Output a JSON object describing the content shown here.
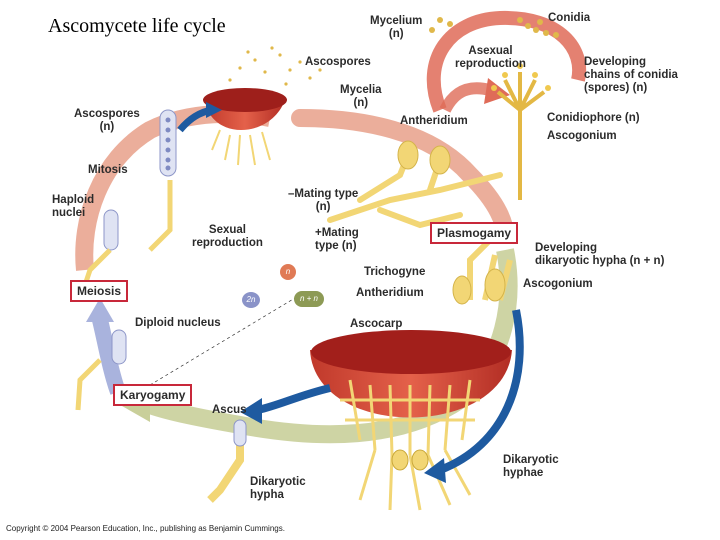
{
  "title": "Ascomycete life cycle",
  "copyright": "Copyright © 2004 Pearson Education, Inc., publishing as Benjamin Cummings.",
  "labels": {
    "mycelium": "Mycelium\n(n)",
    "conidia": "Conidia",
    "asexual_reproduction": "Asexual\nreproduction",
    "developing_chains": "Developing\nchains of conidia\n(spores) (n)",
    "ascospores_top": "Ascospores",
    "mycelia": "Mycelia\n(n)",
    "ascospores_left": "Ascospores\n(n)",
    "antheridium_top": "Antheridium",
    "conidiophore": "Conidiophore (n)",
    "ascogonium_top": "Ascogonium",
    "mitosis": "Mitosis",
    "haploid_nuclei": "Haploid\nnuclei",
    "mating_minus": "–Mating type\n(n)",
    "sexual_reproduction": "Sexual\nreproduction",
    "mating_plus": "+Mating\ntype (n)",
    "developing_dikaryotic": "Developing\ndikaryotic hypha (n + n)",
    "trichogyne": "Trichogyne",
    "antheridium_mid": "Antheridium",
    "ascogonium_mid": "Ascogonium",
    "diploid_nucleus": "Diploid nucleus",
    "ascocarp": "Ascocarp",
    "ascus": "Ascus",
    "dikaryotic_hyphae": "Dikaryotic\nhyphae",
    "dikaryotic_hypha": "Dikaryotic\nhypha"
  },
  "stages": {
    "plasmogamy": "Plasmogamy",
    "meiosis": "Meiosis",
    "karyogamy": "Karyogamy"
  },
  "ploidy": {
    "haploid": "n",
    "diploid": "2n",
    "dikaryotic": "n + n"
  },
  "colors": {
    "haploid_arrow": "#e8a08a",
    "dikaryotic_arrow": "#c9cf9a",
    "diploid_arrow": "#a9b3dd",
    "asexual_arrow": "#df6b58",
    "ascocarp": "#d63a2e",
    "hyphae": "#f2d675",
    "stage_box_border": "#c8283a",
    "blue_arrow": "#1e5aa0",
    "legend_n": "#e07a55",
    "legend_2n": "#8a93c8",
    "legend_nn": "#8d9a55"
  }
}
